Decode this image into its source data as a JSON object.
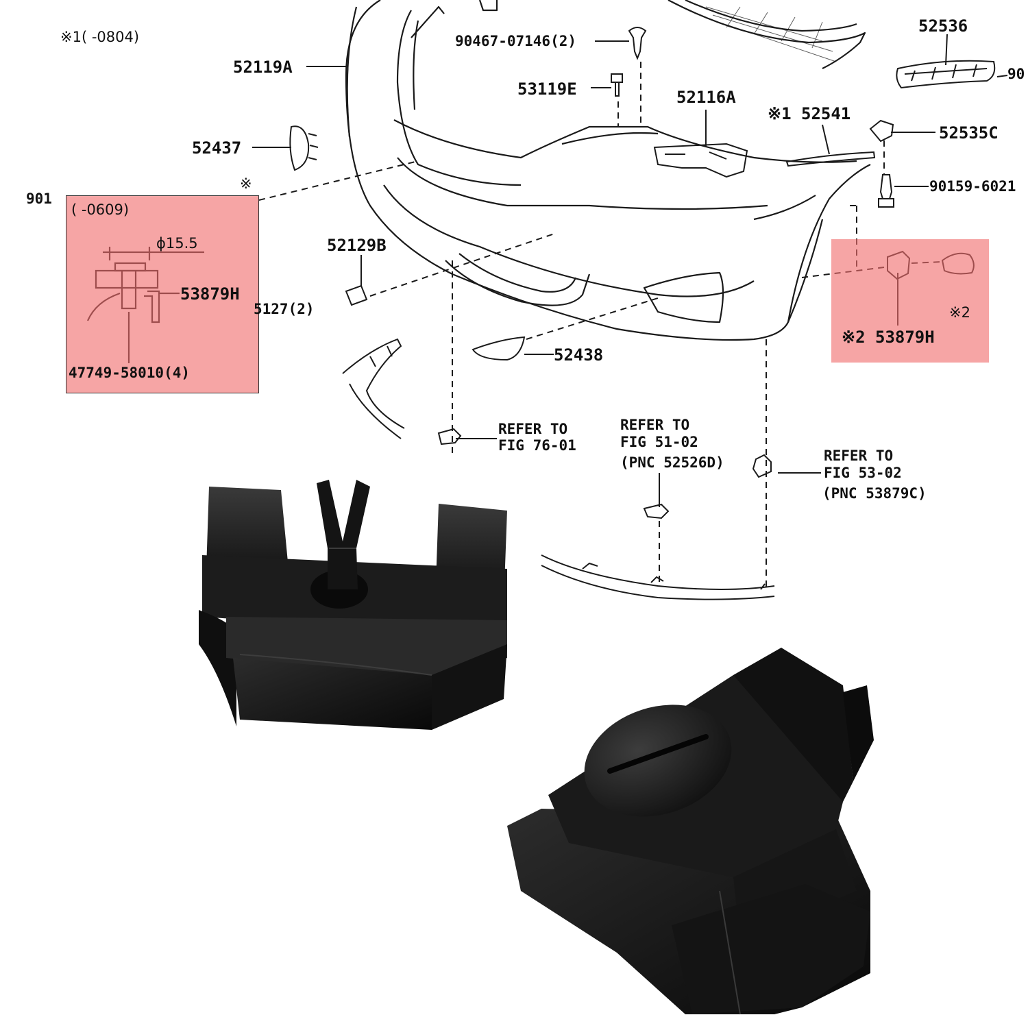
{
  "notes": {
    "note1": "※1(   -0804)",
    "star_mark": "※",
    "inset_range": "(   -0609)",
    "diameter": "ϕ15.5",
    "note2_mark": "※2"
  },
  "parts": {
    "p52119A": "52119A",
    "p90467": "90467-07146(2)",
    "p52536": "52536",
    "p90_cut": "90",
    "p53119E": "53119E",
    "p52116A": "52116A",
    "p52541": "※1 52541",
    "p52535C": "52535C",
    "p52437": "52437",
    "p90159": "90159-6021",
    "p901_cut": "901",
    "p53879H_inset": "53879H",
    "p5127_cut": "5127(2)",
    "p47749": "47749-58010(4)",
    "p52129B": "52129B",
    "p53879H_right": "※2 53879H",
    "p52438": "52438"
  },
  "refs": {
    "ref1": [
      "REFER TO",
      "FIG 76-01"
    ],
    "ref2": [
      "REFER TO",
      "FIG 51-02",
      "(PNC 52526D)"
    ],
    "ref3": [
      "REFER TO",
      "FIG 53-02",
      "(PNC 53879C)"
    ]
  },
  "colors": {
    "highlight": "#f06e6e",
    "line": "#1a1a1a",
    "clip_plastic": "#1b1b1b"
  }
}
